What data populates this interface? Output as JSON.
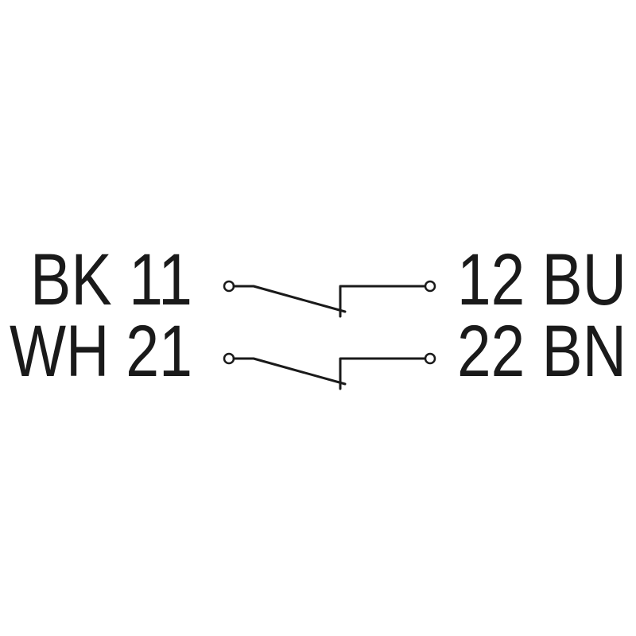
{
  "contacts": [
    {
      "left_label": "BK 11",
      "right_label": "12 BU"
    },
    {
      "left_label": "WH 21",
      "right_label": "22 BN"
    }
  ],
  "colors": {
    "ink": "#1a1a1a",
    "background": "#ffffff"
  }
}
